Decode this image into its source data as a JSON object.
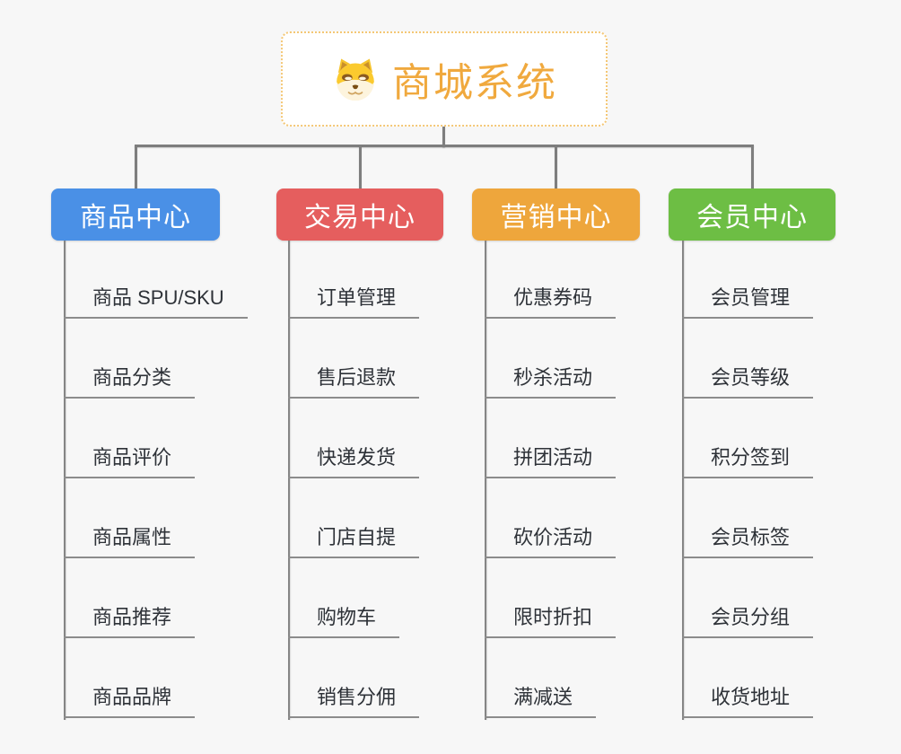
{
  "root": {
    "title": "商城系统",
    "icon": "dog-face-icon"
  },
  "branches": [
    {
      "label": "商品中心",
      "color": "#4a90e6",
      "children": [
        "商品 SPU/SKU",
        "商品分类",
        "商品评价",
        "商品属性",
        "商品推荐",
        "商品品牌"
      ]
    },
    {
      "label": "交易中心",
      "color": "#e55e5e",
      "children": [
        "订单管理",
        "售后退款",
        "快递发货",
        "门店自提",
        "购物车",
        "销售分佣"
      ]
    },
    {
      "label": "营销中心",
      "color": "#eea63c",
      "children": [
        "优惠券码",
        "秒杀活动",
        "拼团活动",
        "砍价活动",
        "限时折扣",
        "满减送"
      ]
    },
    {
      "label": "会员中心",
      "color": "#6dbe44",
      "children": [
        "会员管理",
        "会员等级",
        "积分签到",
        "会员标签",
        "会员分组",
        "收货地址"
      ]
    }
  ],
  "colors": {
    "background": "#f7f7f7",
    "connector_line": "#7e7e7e",
    "item_underline": "#8c8c8c",
    "item_text": "#2e3238",
    "root_border": "#f4c775",
    "root_text": "#f0a93e"
  }
}
